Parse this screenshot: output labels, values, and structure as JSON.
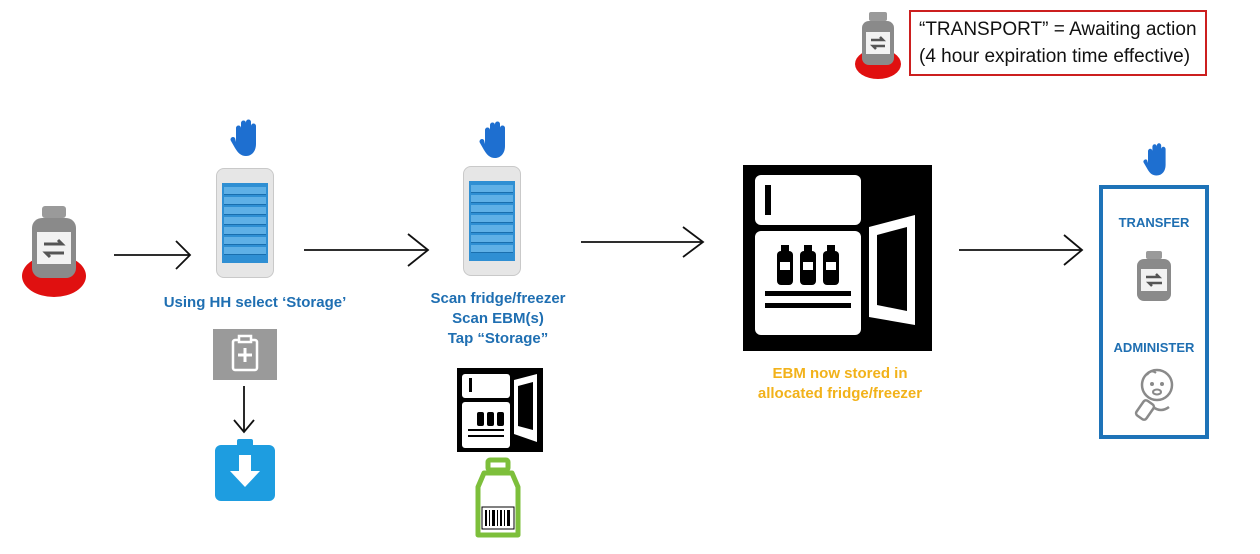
{
  "legend": {
    "line1": "“TRANSPORT” = Awaiting action",
    "line2": "(4 hour expiration time effective)"
  },
  "steps": {
    "select_storage": "Using HH select ‘Storage’",
    "scan_line1": "Scan fridge/freezer",
    "scan_line2": "Scan EBM(s)",
    "scan_line3": "Tap “Storage”",
    "stored_line1": "EBM now stored in",
    "stored_line2": "allocated fridge/freezer"
  },
  "panel": {
    "transfer": "TRANSFER",
    "administer": "ADMINISTER"
  },
  "colors": {
    "label_blue": "#1f6fb2",
    "label_gold": "#f2b21a",
    "legend_border": "#cc1f1f",
    "status_red": "#e01010",
    "panel_border": "#1e73b8",
    "bottle_green": "#7dbf3b",
    "storage_icon_blue": "#1e9de0"
  },
  "icons": [
    "transport-bottle-icon",
    "hand-icon",
    "handheld-phone-icon",
    "clipboard-plus-icon",
    "storage-download-icon",
    "fridge-icon",
    "barcode-bottle-icon",
    "transfer-bottle-icon",
    "baby-icon",
    "arrow-right-icon",
    "arrow-down-icon"
  ]
}
